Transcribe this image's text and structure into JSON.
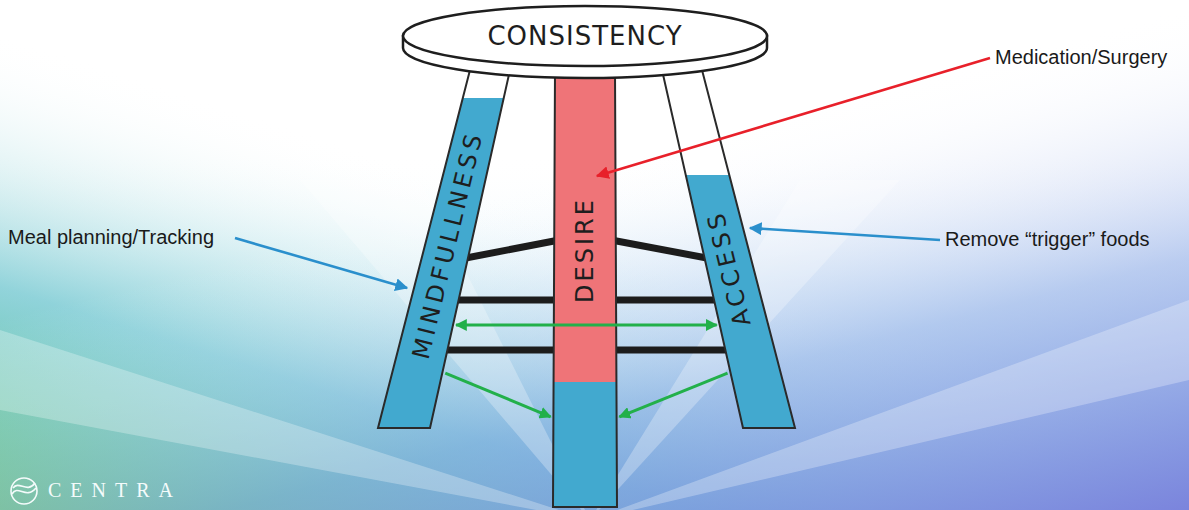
{
  "diagram": {
    "nodes": [
      {
        "text": [
          "CONSISTENCY"
        ]
      },
      {
        "text": [
          "MINDFULLNESS"
        ]
      },
      {
        "text": [
          "DESIRE"
        ]
      },
      {
        "text": [
          "ACCESS"
        ]
      }
    ],
    "edges": [
      {
        "from": 1,
        "to": 3,
        "arrow": "both"
      },
      {
        "from": 1,
        "to": 2,
        "arrow": "to"
      },
      {
        "from": 3,
        "to": 2,
        "arrow": "to"
      }
    ],
    "labels": [
      "Medication/Surgery",
      "Meal planning/Tracking",
      "Remove “trigger” foods",
      "CENTRA"
    ]
  }
}
